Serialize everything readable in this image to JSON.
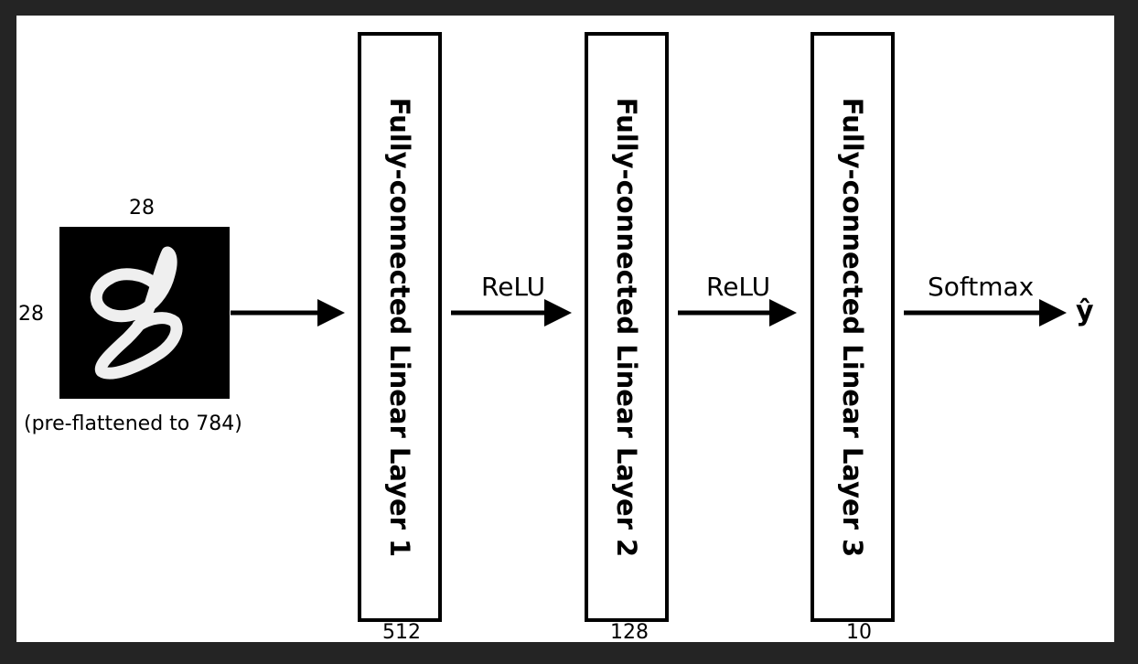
{
  "diagram": {
    "input": {
      "width_label": "28",
      "height_label": "28",
      "caption": "(pre-flattened to 784)"
    },
    "layers": [
      {
        "label": "Fully-connected Linear Layer 1",
        "units": "512"
      },
      {
        "label": "Fully-connected Linear Layer 2",
        "units": "128"
      },
      {
        "label": "Fully-connected Linear Layer 3",
        "units": "10"
      }
    ],
    "activations": [
      "ReLU",
      "ReLU",
      "Softmax"
    ],
    "output": "ŷ"
  }
}
